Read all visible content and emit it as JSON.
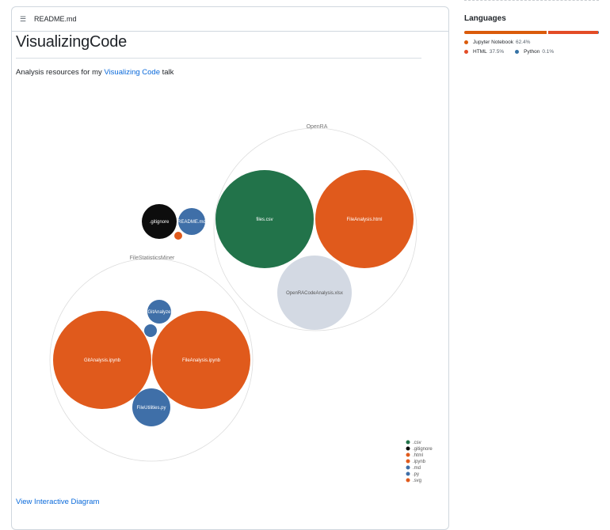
{
  "readme": {
    "filename": "README.md",
    "title": "VisualizingCode",
    "desc_prefix": "Analysis resources for my ",
    "desc_link": "Visualizing Code",
    "desc_suffix": " talk",
    "view_link": "View Interactive Diagram"
  },
  "diagram": {
    "groups": [
      {
        "label": "OpenRA",
        "files": [
          "files.csv",
          "FileAnalysis.html",
          "OpenRACodeAnalysis.xlsx"
        ]
      },
      {
        "label": "",
        "files": [
          ".gitignore",
          "README.md"
        ]
      },
      {
        "label": "FileStatisticsMiner",
        "files": [
          "GitAnalysis.ipynb",
          "FileAnalysis.ipynb",
          "GitAnalyze",
          "FileUtilities.py"
        ]
      }
    ],
    "legend": [
      {
        "label": ".csv",
        "color": "#22734a"
      },
      {
        "label": ".gitignore",
        "color": "#0d0d0d"
      },
      {
        "label": ".html",
        "color": "#e05a1c"
      },
      {
        "label": ".ipynb",
        "color": "#e05a1c"
      },
      {
        "label": ".md",
        "color": "#3f6fa8"
      },
      {
        "label": ".py",
        "color": "#3f6fa8"
      },
      {
        "label": ".svg",
        "color": "#e05a1c"
      }
    ]
  },
  "languages": {
    "title": "Languages",
    "items": [
      {
        "name": "Jupyter Notebook",
        "percent": "62.4%",
        "value": 62.4,
        "color": "#da5b0b"
      },
      {
        "name": "HTML",
        "percent": "37.5%",
        "value": 37.5,
        "color": "#e34c26"
      },
      {
        "name": "Python",
        "percent": "0.1%",
        "value": 0.1,
        "color": "#3572a5"
      }
    ]
  }
}
